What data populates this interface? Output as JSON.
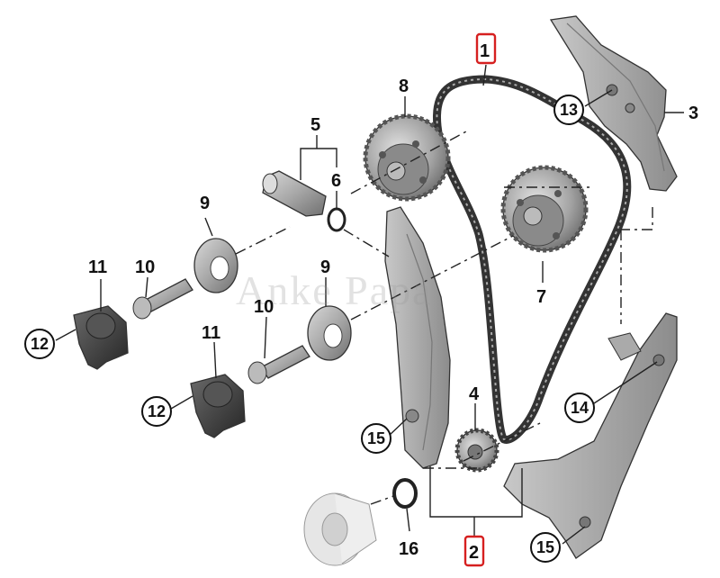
{
  "watermark": "Anke Papa",
  "callouts": {
    "c1": "1",
    "c2": "2",
    "c3": "3",
    "c4": "4",
    "c5": "5",
    "c6": "6",
    "c7": "7",
    "c8": "8",
    "c9a": "9",
    "c9b": "9",
    "c10a": "10",
    "c10b": "10",
    "c11a": "11",
    "c11b": "11",
    "c12a": "12",
    "c12b": "12",
    "c13": "13",
    "c14": "14",
    "c15a": "15",
    "c15b": "15",
    "c16": "16"
  },
  "colors": {
    "highlight_box": "#d62020",
    "part_fill": "#9a9a9a",
    "dark_part": "#4a4a4a"
  }
}
